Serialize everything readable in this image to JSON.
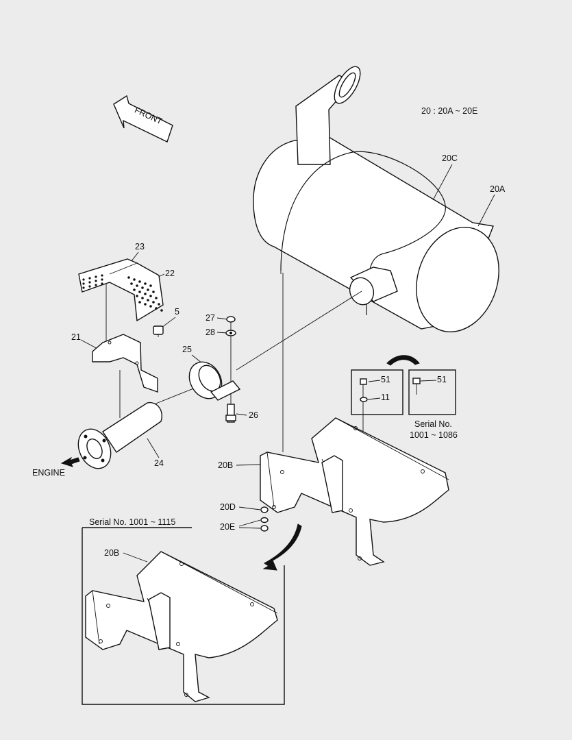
{
  "diagram": {
    "front_label": "FRONT",
    "engine_label": "ENGINE",
    "set_label": "20 : 20A ~ 20E",
    "callouts": {
      "c20C": "20C",
      "c20A": "20A",
      "c23": "23",
      "c22": "22",
      "c5": "5",
      "c21": "21",
      "c27": "27",
      "c28": "28",
      "c25": "25",
      "c26": "26",
      "c24": "24",
      "c51a": "51",
      "c11": "11",
      "c51b": "51",
      "c20B": "20B",
      "c20D": "20D",
      "c20E": "20E",
      "c20B_inset": "20B"
    },
    "serial_top_line1": "Serial No.",
    "serial_top_line2": "1001 ~ 1086",
    "serial_inset": "Serial No. 1001 ~ 1115"
  }
}
